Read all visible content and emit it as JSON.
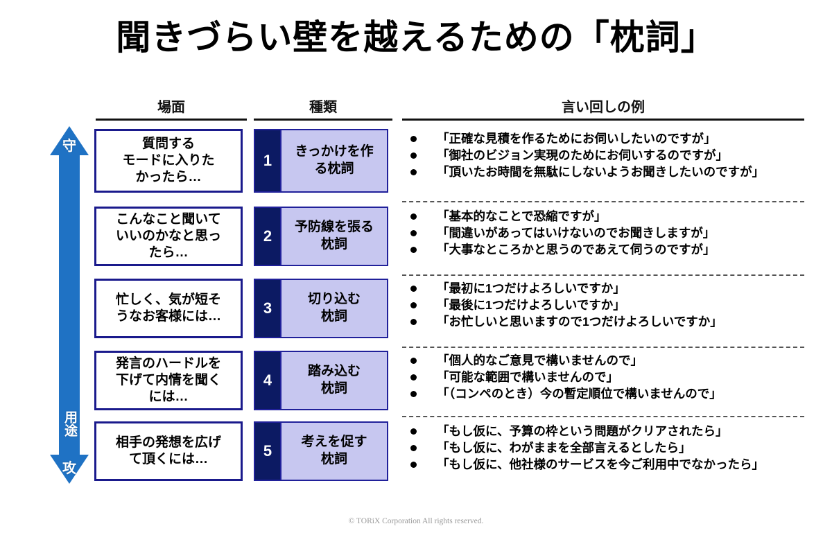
{
  "slide": {
    "title": "聞きづらい壁を越えるための「枕詞」",
    "footer": "© TORiX Corporation All rights reserved."
  },
  "headers": {
    "scene": "場面",
    "type": "種類",
    "phrases": "言い回しの例"
  },
  "axis": {
    "top_label": "守",
    "middle_label": "用途",
    "bottom_label": "攻",
    "color": "#1f72c4"
  },
  "colors": {
    "accent_blue": "#1f72c4",
    "type_box_fill": "#c7c7f0",
    "type_num_fill": "#0c1a63",
    "box_border": "#1a1a8c"
  },
  "rows": [
    {
      "number": "1",
      "scene": "質問する\nモードに入りた\nかったら…",
      "type": "きっかけを作\nる枕詞",
      "bullets": [
        "「正確な見積を作るためにお伺いしたいのですが」",
        "「御社のビジョン実現のためにお伺いするのですが」",
        "「頂いたお時間を無駄にしないようお聞きしたいのですが」"
      ]
    },
    {
      "number": "2",
      "scene": "こんなこと聞いて\nいいのかなと思っ\nたら…",
      "type": "予防線を張る\n枕詞",
      "bullets": [
        "「基本的なことで恐縮ですが」",
        "「間違いがあってはいけないのでお聞きしますが」",
        "「大事なところかと思うのであえて伺うのですが」"
      ]
    },
    {
      "number": "3",
      "scene": "忙しく、気が短そ\nうなお客様には…",
      "type": "切り込む\n枕詞",
      "bullets": [
        "「最初に1つだけよろしいですか」",
        "「最後に1つだけよろしいですか」",
        "「お忙しいと思いますので1つだけよろしいですか」"
      ]
    },
    {
      "number": "4",
      "scene": "発言のハードルを\n下げて内情を聞く\nには…",
      "type": "踏み込む\n枕詞",
      "bullets": [
        "「個人的なご意見で構いませんので」",
        "「可能な範囲で構いませんので」",
        "「（コンペのとき）今の暫定順位で構いませんので」"
      ]
    },
    {
      "number": "5",
      "scene": "相手の発想を広げ\nて頂くには…",
      "type": "考えを促す\n枕詞",
      "bullets": [
        "「もし仮に、予算の枠という問題がクリアされたら」",
        "「もし仮に、わがままを全部言えるとしたら」",
        "「もし仮に、他社様のサービスを今ご利用中でなかったら」"
      ]
    }
  ]
}
